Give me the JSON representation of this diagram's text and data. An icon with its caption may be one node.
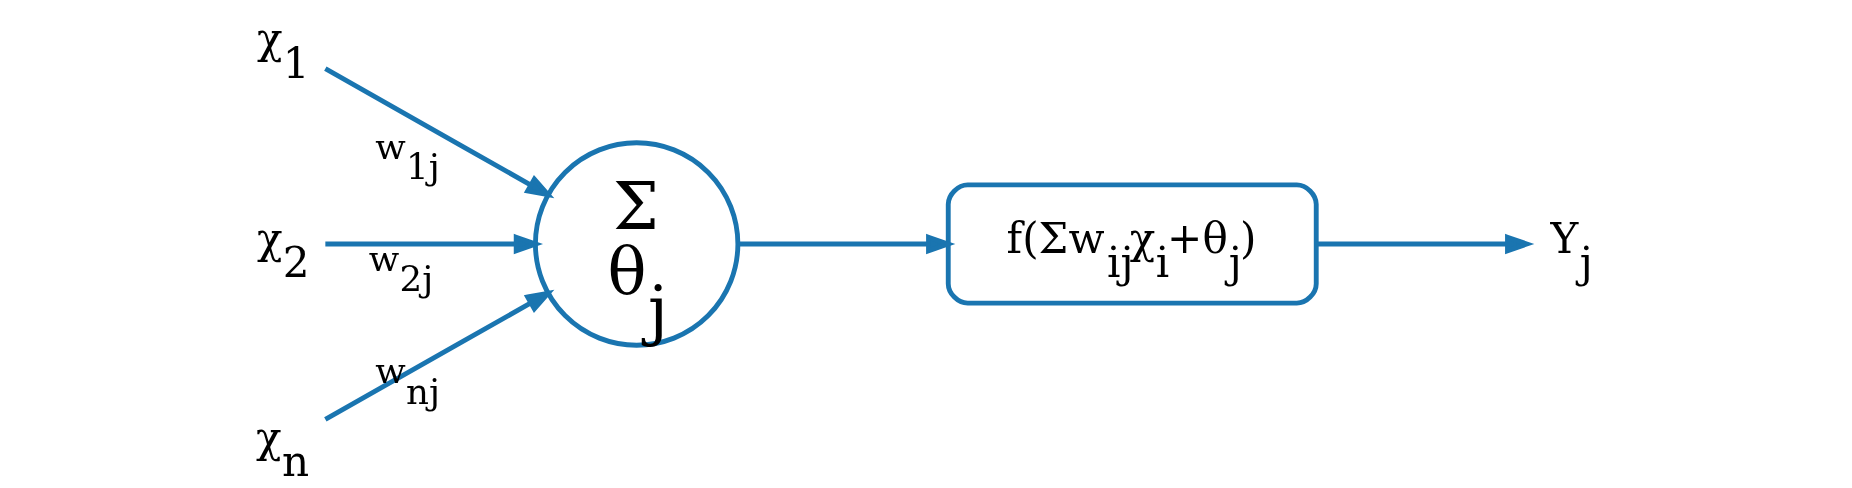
{
  "diagram": {
    "nodes": [
      {
        "text": [
          "χ$_{1}$"
        ]
      },
      {
        "text": [
          "χ$_{2}$"
        ]
      },
      {
        "text": [
          "χ$_{n}$"
        ]
      },
      {
        "text": [
          "Σ",
          "θ$_{j}$"
        ]
      },
      {
        "text": [
          "f(Σw$_{ij}$χ$_{i}$+θ$_{j}$)"
        ]
      },
      {
        "text": [
          "Y$_{j}$"
        ]
      }
    ],
    "edges": [
      {
        "from": 0,
        "to": 3,
        "arrow": "to",
        "label": "w$_{1j}$"
      },
      {
        "from": 1,
        "to": 3,
        "arrow": "to",
        "label": "w$_{2j}$"
      },
      {
        "from": 2,
        "to": 3,
        "arrow": "to",
        "label": "w$_{nj}$"
      },
      {
        "from": 3,
        "to": 4,
        "arrow": "to"
      },
      {
        "from": 4,
        "to": 5,
        "arrow": "to"
      }
    ]
  }
}
